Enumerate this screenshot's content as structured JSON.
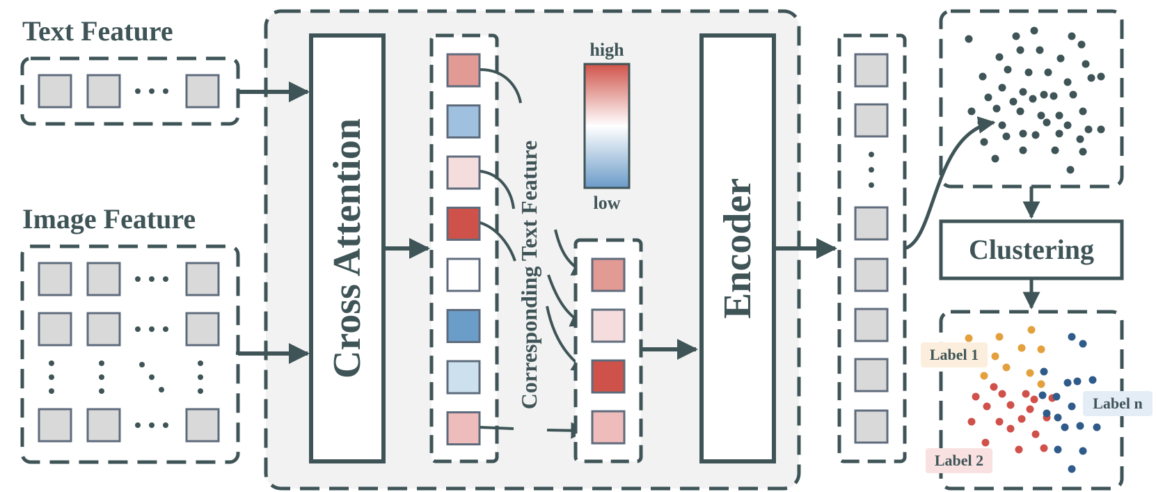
{
  "labels": {
    "text_feature": "Text Feature",
    "image_feature": "Image Feature",
    "cross_attention": "Cross Attention",
    "encoder": "Encoder",
    "corresponding_text_feature": "Corresponding Text Feature",
    "high": "high",
    "low": "low",
    "clustering": "Clustering",
    "label_1": "Label 1",
    "label_2": "Label 2",
    "label_n": "Label n"
  },
  "colors": {
    "stroke": "#3f5457",
    "token_fill": "#d9d9d9",
    "panel_fill": "#f2f2f2",
    "scale_high": "#d0534a",
    "scale_low": "#6b9bc8",
    "cluster_orange": "#e3a03c",
    "cluster_red": "#d0504a",
    "cluster_blue": "#2f5b8a",
    "label1_bg": "#fbeedd",
    "label2_bg": "#f9e1e1",
    "labeln_bg": "#e4edf5"
  },
  "attention_cells": [
    "#e29a95",
    "#9fc0de",
    "#f5dddd",
    "#cf524a",
    "#ffffff",
    "#6b9dc9",
    "#cde0ee",
    "#efbcbc"
  ],
  "selected_cells": [
    "#e29a95",
    "#f5dddd",
    "#cf524a",
    "#efbcbc"
  ]
}
